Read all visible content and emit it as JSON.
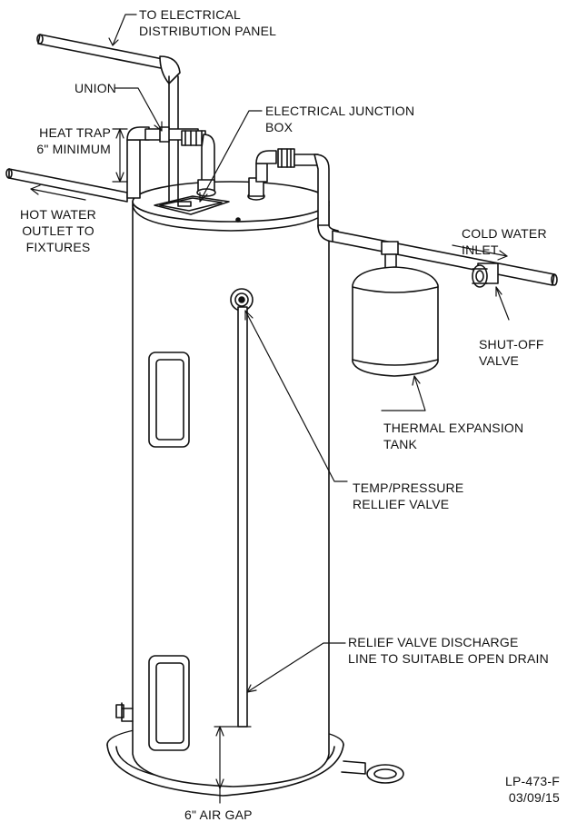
{
  "labels": {
    "electrical_panel": [
      "TO ELECTRICAL",
      "DISTRIBUTION PANEL"
    ],
    "union": "UNION",
    "junction_box": [
      "ELECTRICAL JUNCTION",
      "BOX"
    ],
    "heat_trap": [
      "HEAT TRAP",
      "6\" MINIMUM"
    ],
    "hot_water": [
      "HOT WATER",
      "OUTLET TO",
      "FIXTURES"
    ],
    "cold_water": [
      "COLD WATER",
      "INLET"
    ],
    "shutoff": [
      "SHUT-OFF",
      "VALVE"
    ],
    "expansion_tank": [
      "THERMAL EXPANSION",
      "TANK"
    ],
    "tp_valve": [
      "TEMP/PRESSURE",
      "RELLIEF VALVE"
    ],
    "discharge": [
      "RELIEF VALVE DISCHARGE",
      "LINE TO SUITABLE OPEN DRAIN"
    ],
    "air_gap": "6\" AIR GAP",
    "drawing_number": "LP-473-F",
    "drawing_date": "03/09/15"
  }
}
